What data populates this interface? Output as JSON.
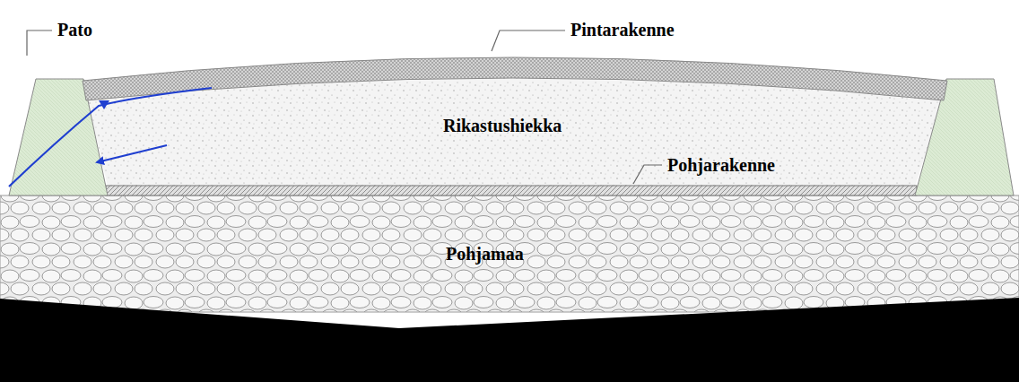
{
  "diagram": {
    "labels": [
      "Pato",
      "Pintarakenne",
      "Rikastushiekka",
      "Pohjarakenne",
      "Pohjamaa"
    ]
  }
}
